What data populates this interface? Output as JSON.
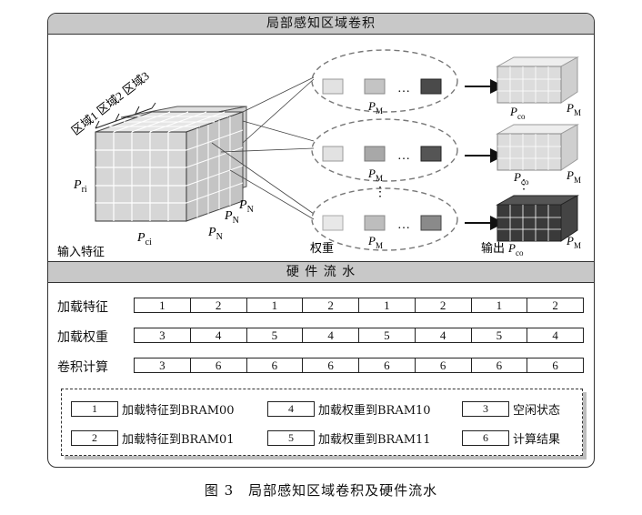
{
  "top_section": {
    "title": "局部感知区域卷积",
    "labels": {
      "regions": "区域1 区域2 区域3",
      "p_ri_p": "P",
      "p_ri_sub": "ri",
      "p_ci_p": "P",
      "p_ci_sub": "ci",
      "p_n_p": "P",
      "p_n_sub": "N",
      "p_m_p": "P",
      "p_m_sub": "M",
      "p_co_p": "P",
      "p_co_sub": "co",
      "dots": "…",
      "vdots": "⋮",
      "input_feature": "输入特征",
      "weight": "权重",
      "output": "输出"
    }
  },
  "bottom_section": {
    "title": "硬 件 流 水",
    "rows": [
      {
        "label": "加载特征",
        "cells": [
          "1",
          "2",
          "1",
          "2",
          "1",
          "2",
          "1",
          "2"
        ]
      },
      {
        "label": "加载权重",
        "cells": [
          "3",
          "4",
          "5",
          "4",
          "5",
          "4",
          "5",
          "4"
        ]
      },
      {
        "label": "卷积计算",
        "cells": [
          "3",
          "6",
          "6",
          "6",
          "6",
          "6",
          "6",
          "6"
        ]
      }
    ],
    "legend": [
      {
        "code": "1",
        "text": "加载特征到BRAM00"
      },
      {
        "code": "4",
        "text": "加载权重到BRAM10"
      },
      {
        "code": "3",
        "text": "空闲状态"
      },
      {
        "code": "2",
        "text": "加载特征到BRAM01"
      },
      {
        "code": "5",
        "text": "加载权重到BRAM11"
      },
      {
        "code": "6",
        "text": "计算结果"
      }
    ]
  },
  "caption": "图 3　局部感知区域卷积及硬件流水",
  "colors": {
    "header": "#c8c8c8",
    "light_cube": "#d4d4d4",
    "mid_cube": "#9a9a9a",
    "dark_cube": "#3a3a3a"
  }
}
